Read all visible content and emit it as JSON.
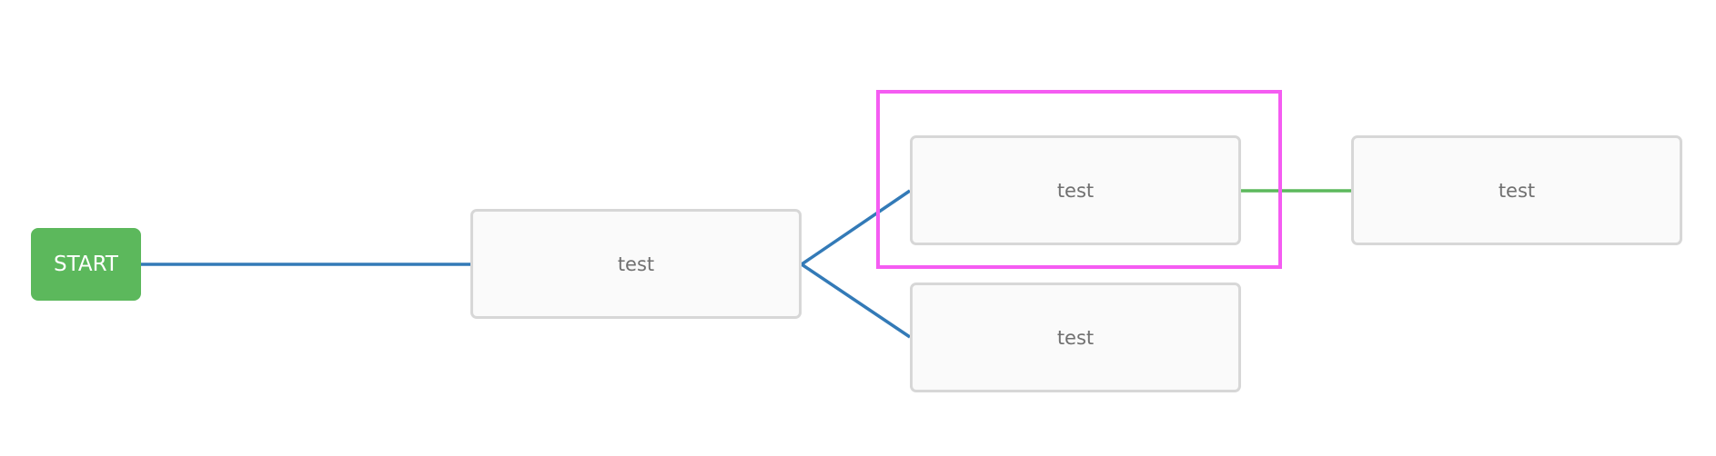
{
  "colors": {
    "start_bg": "#5cb85c",
    "link_blue": "#337ab7",
    "link_green": "#5cb85c",
    "highlight": "#f55cf2"
  },
  "start": {
    "label": "START"
  },
  "nodes": [
    {
      "label": "test"
    },
    {
      "label": "test"
    },
    {
      "label": "test"
    },
    {
      "label": "test"
    }
  ]
}
